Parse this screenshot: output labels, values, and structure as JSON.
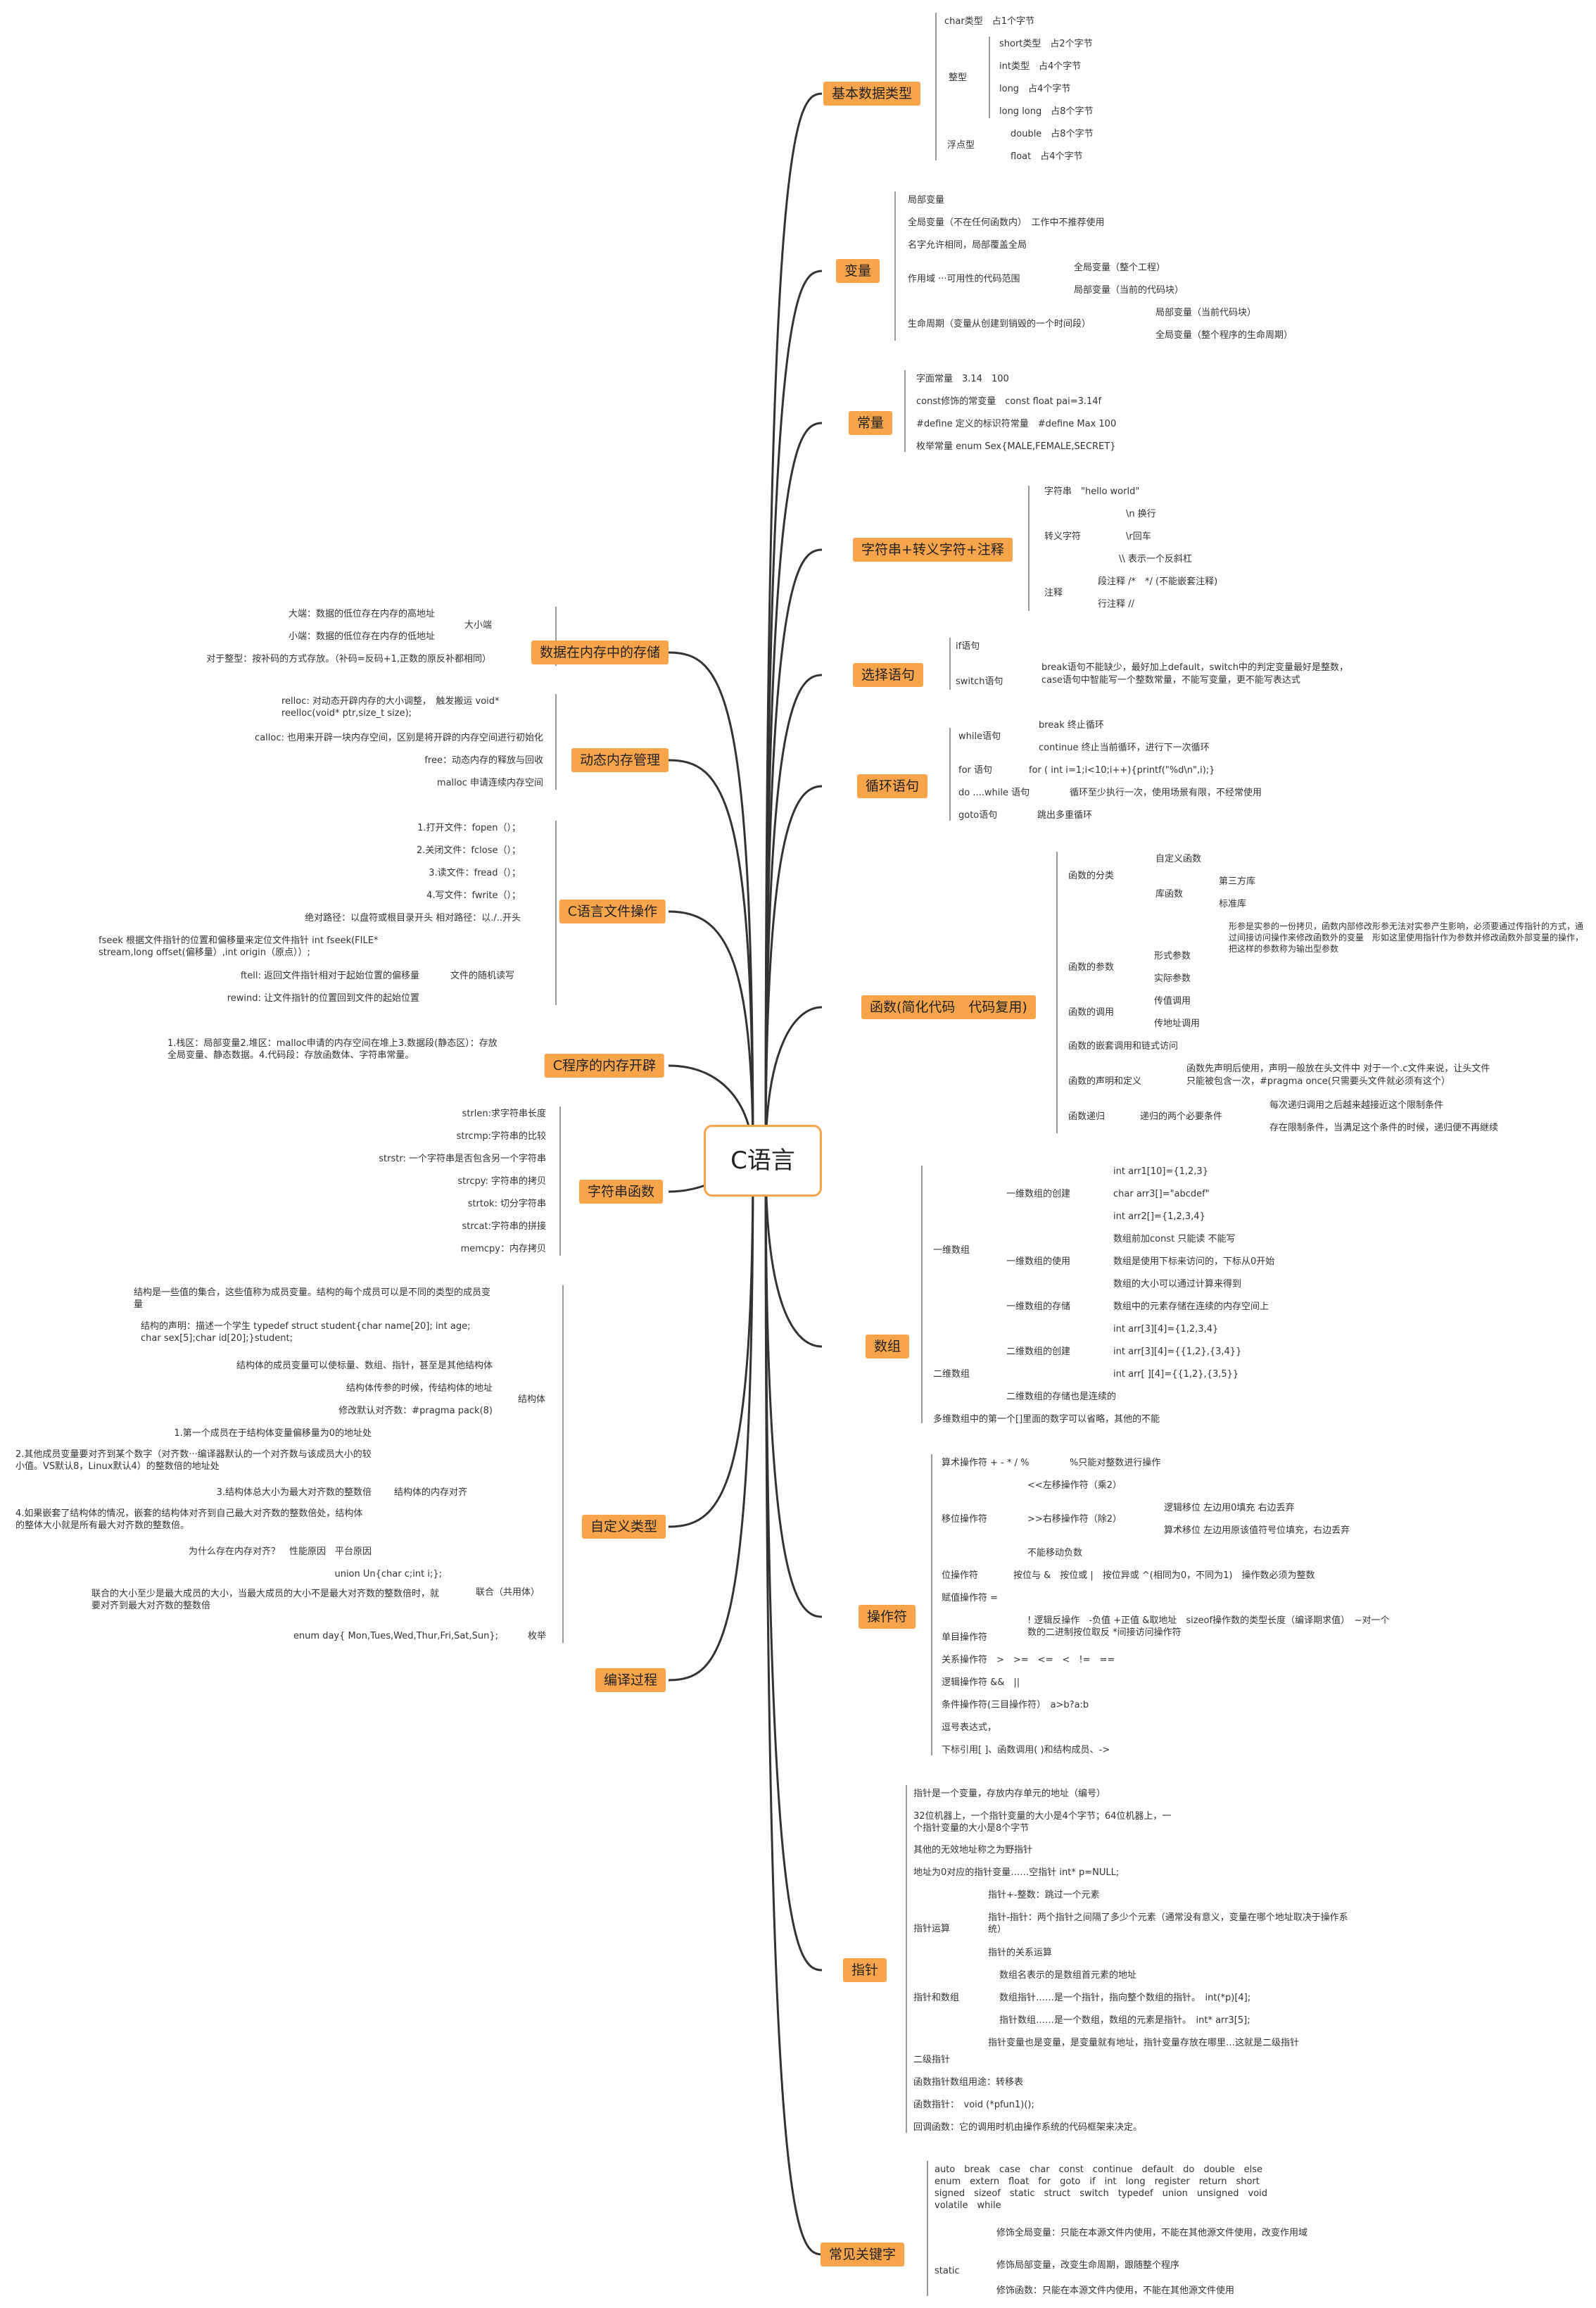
{
  "root": "C语言",
  "branches": {
    "basic": "基本数据类型",
    "variable": "变量",
    "constant": "常量",
    "string": "字符串+转义字符+注释",
    "select": "选择语句",
    "loop": "循环语句",
    "func": "函数(简化代码　代码复用)",
    "array": "数组",
    "operator": "操作符",
    "pointer": "指针",
    "keyword": "常见关键字",
    "storage": "数据在内存中的存储",
    "dynamic": "动态内存管理",
    "file": "C语言文件操作",
    "memory": "C程序的内存开辟",
    "strfunc": "字符串函数",
    "custom": "自定义类型",
    "compile": "编译过程"
  },
  "basic": {
    "char": "char类型　占1个字节",
    "int_group": "整型",
    "short": "short类型　占2个字节",
    "int": "int类型　占4个字节",
    "long": "long　占4个字节",
    "longlong": "long long　占8个字节",
    "float_group": "浮点型",
    "double": "double　占8个字节",
    "float": "float　占4个字节"
  },
  "variable": {
    "local": "局部变量",
    "global": "全局变量（不在任何函数内）　工作中不推荐使用",
    "same_name": "名字允许相同，局部覆盖全局",
    "scope": "作用域 ···可用性的代码范围",
    "scope_global": "全局变量（整个工程）",
    "scope_local": "局部变量（当前的代码块）",
    "life": "生命周期（变量从创建到销毁的一个时间段）",
    "life_local": "局部变量（当前代码块）",
    "life_global": "全局变量（整个程序的生命周期）"
  },
  "constant": {
    "literal": "字面常量　3.14　100",
    "const": "const修饰的常变量　const float pai=3.14f",
    "define": "#define 定义的标识符常量　#define Max 100",
    "enum": "枚举常量 enum Sex{MALE,FEMALE,SECRET}"
  },
  "string": {
    "str": "字符串　\"hello world\"",
    "escape": "转义字符",
    "n": "\\n 换行",
    "r": "\\r回车",
    "bs": "\\\\ 表示一个反斜杠",
    "comment": "注释",
    "block": "段注释 /*　*/ (不能嵌套注释)",
    "line": "行注释 //"
  },
  "select": {
    "if": "if语句",
    "switch": "switch语句",
    "switch_note1": "break语句不能缺少，最好加上default，switch中的判定变量最好是整数，",
    "switch_note2": "case语句中智能写一个整数常量，不能写变量，更不能写表达式"
  },
  "loop": {
    "while": "while语句",
    "break": "break 终止循环",
    "continue": "continue 终止当前循环，进行下一次循环",
    "for": "for 语句",
    "for_ex": "for ( int i=1;i<10;i++){printf(\"%d\\n\",i);}",
    "do": "do ....while 语句",
    "do_note": "循环至少执行一次，使用场景有限，不经常使用",
    "goto": "goto语句",
    "goto_note": "跳出多重循环"
  },
  "func": {
    "kind": "函数的分类",
    "custom": "自定义函数",
    "lib": "库函数",
    "third": "第三方库",
    "std": "标准库",
    "param": "函数的参数",
    "formal": "形式参数",
    "formal_note": "形参是实参的一份拷贝，函数内部修改形参无法对实参产生影响，必须要通过传指针的方式，通过间接访问操作来修改函数外的变量　形如这里使用指针作为参数并修改函数外部变量的操作，把这样的参数称为输出型参数",
    "actual": "实际参数",
    "call": "函数的调用",
    "byval": "传值调用",
    "byaddr": "传地址调用",
    "nested": "函数的嵌套调用和链式访问",
    "decl": "函数的声明和定义",
    "decl_note1": "函数先声明后使用，声明一般放在头文件中 对于一个.c文件来说，让头文件",
    "decl_note2": "只能被包含一次，#pragma once(只需要头文件就必须有这个）",
    "recur": "函数递归",
    "recur_cond": "递归的两个必要条件",
    "recur_c1": "每次递归调用之后越来越接近这个限制条件",
    "recur_c2": "存在限制条件，当满足这个条件的时候，递归便不再继续"
  },
  "array": {
    "one": "一维数组",
    "one_create": "一维数组的创建",
    "a1": "int arr1[10]={1,2,3}",
    "a2": "char arr3[]=\"abcdef\"",
    "a3": "int arr2[]={1,2,3,4}",
    "one_use": "一维数组的使用",
    "u1": "数组前加const 只能读 不能写",
    "u2": "数组是使用下标来访问的，下标从0开始",
    "u3": "数组的大小可以通过计算来得到",
    "one_store": "一维数组的存储",
    "s1": "数组中的元素存储在连续的内存空间上",
    "two": "二维数组",
    "two_create": "二维数组的创建",
    "b1": "int arr[3][4]={1,2,3,4}",
    "b2": "int arr[3][4]={{1,2},{3,4}}",
    "b3": "int arr[ ][4]={{1,2},{3,5}}",
    "two_store": "二维数组的存储也是连续的",
    "multi": "多维数组中的第一个[]里面的数字可以省略，其他的不能"
  },
  "operator": {
    "arith": "算术操作符 + - * / %",
    "arith_note": "%只能对整数进行操作",
    "shift": "移位操作符",
    "left": "<<左移操作符（乘2）",
    "right": ">>右移操作符（除2）",
    "logic_shift": "逻辑移位 左边用0填充 右边丢弃",
    "arith_shift": "算术移位 左边用原该值符号位填充，右边丢弃",
    "no_neg": "不能移动负数",
    "bit": "位操作符",
    "bit_note": "按位与 &　按位或 |　按位异或 ^(相同为0，不同为1)　操作数必须为整数",
    "assign": "赋值操作符 =",
    "unary": "单目操作符",
    "unary_note": "! 逻辑反操作　-负值 +正值 &取地址　sizeof操作数的类型长度（编译期求值）　~对一个数的二进制按位取反 *间接访问操作符",
    "rel": "关系操作符　>　>=　<=　<　!=　==",
    "log": "逻辑操作符 &&　||",
    "cond": "条件操作符(三目操作符）　a>b?a:b",
    "comma": "逗号表达式，",
    "sub": "下标引用[ ]、函数调用( )和结构成员、->"
  },
  "pointer": {
    "p1": "指针是一个变量，存放内存单元的地址（编号）",
    "p2": "32位机器上，一个指针变量的大小是4个字节；64位机器上，一个指针变量的大小是8个字节",
    "p3": "其他的无效地址称之为野指针",
    "p4": "地址为0对应的指针变量……空指针 int* p=NULL;",
    "arith": "指针运算",
    "ar1": "指针+-整数：跳过一个元素",
    "ar2": "指针-指针：两个指针之间隔了多少个元素（通常没有意义，变量在哪个地址取决于操作系统）",
    "ar3": "指针的关系运算",
    "arr": "指针和数组",
    "pa1": "数组名表示的是数组首元素的地址",
    "pa2": "数组指针……是一个指针，指向整个数组的指针。　int(*p)[4];",
    "pa3": "指针数组……是一个数组，数组的元素是指针。　int* arr3[5];",
    "two": "二级指针",
    "two_note": "指针变量也是变量，是变量就有地址，指针变量存放在哪里…这就是二级指针",
    "p5": "函数指针数组用途：转移表",
    "p6": "函数指针：　void (*pfun1)();",
    "p7": "回调函数：它的调用时机由操作系统的代码框架来决定。"
  },
  "keyword": {
    "list": "auto　break　case　char　const　continue　default　do　double　else　enum　extern　float　for　goto　if　int　long　register　return　short　signed　sizeof　static　struct　switch　typedef　union　unsigned　void　volatile　while",
    "static": "static",
    "s1": "修饰全局变量：只能在本源文件内使用，不能在其他源文件使用，改变作用域",
    "s2": "修饰局部变量，改变生命周期，跟随整个程序",
    "s3": "修饰函数：只能在本源文件内使用，不能在其他源文件使用"
  },
  "storage": {
    "big": "大端：数据的低位存在内存的高地址",
    "small": "小端：数据的低位存在内存的低地址",
    "endian": "大小端",
    "int_note": "对于整型：按补码的方式存放。（补码=反码+1,正数的原反补都相同）"
  },
  "dynamic": {
    "realloc": "relloc: 对动态开辟内存的大小调整，　触发搬运 void* reelloc(void* ptr,size_t size);",
    "calloc": "calloc: 也用来开辟一块内存空间，区别是将开辟的内存空间进行初始化",
    "free": "free：动态内存的释放与回收",
    "malloc": "malloc 申请连续内存空间"
  },
  "file": {
    "f1": "1.打开文件：fopen（）；",
    "f2": "2.关闭文件：fclose（）；",
    "f3": "3.读文件：fread（）；",
    "f4": "4.写文件：fwrite（）；",
    "path": "绝对路径：以盘符或根目录开头 相对路径：以./..开头",
    "fseek": "fseek 根据文件指针的位置和偏移量来定位文件指针 int fseek(FILE* stream,long offset(偏移量）,int origin（原点））;",
    "ftell": "ftell: 返回文件指针相对于起始位置的偏移量",
    "rewind": "rewind: 让文件指针的位置回到文件的起始位置",
    "random": "文件的随机读写"
  },
  "memory": {
    "note": "1.栈区：局部变量2.堆区：malloc申请的内存空间在堆上3.数据段(静态区）：存放全局变量、静态数据。4.代码段：存放函数体、字符串常量。"
  },
  "strfunc": {
    "strlen": "strlen:求字符串长度",
    "strcmp": "strcmp:字符串的比较",
    "strstr": "strstr: 一个字符串是否包含另一个字符串",
    "strcpy": "strcpy: 字符串的拷贝",
    "strtok": "strtok: 切分字符串",
    "strcat": "strcat:字符串的拼接",
    "memcpy": "memcpy：内存拷贝"
  },
  "custom": {
    "intro": "结构是一些值的集合，这些值称为成员变量。结构的每个成员可以是不同的类型的成员变量",
    "decl": "结构的声明：描述一个学生 typedef struct student{char name[20]; int age; char sex[5];char id[20];}student;",
    "members": "结构体的成员变量可以使标量、数组、指针，甚至是其他结构体",
    "pass": "结构体传参的时候，传结构体的地址",
    "pack": "修改默认对齐数：#pragma pack(8)",
    "struct": "结构体",
    "a1": "1.第一个成员在于结构体变量偏移量为0的地址处",
    "a2": "2.其他成员变量要对齐到某个数字（对齐数···编译器默认的一个对齐数与该成员大小的较小值。VS默认8，Linux默认4）的整数倍的地址处",
    "a3": "3.结构体总大小为最大对齐数的整数倍",
    "a4": "4.如果嵌套了结构体的情况，嵌套的结构体对齐到自己最大对齐数的整数倍处，结构体的整体大小就是所有最大对齐数的整数倍。",
    "align": "结构体的内存对齐",
    "why": "为什么存在内存对齐？　性能原因　平台原因",
    "union_ex": "union Un{char c;int i;};",
    "union_note": "联合的大小至少是最大成员的大小，当最大成员的大小不是最大对齐数的整数倍时，就要对齐到最大对齐数的整数倍",
    "union": "联合（共用体）",
    "enum_ex": "enum day{ Mon,Tues,Wed,Thur,Fri,Sat,Sun};",
    "enum": "枚举"
  },
  "colors": {
    "branch": "#f7a44a",
    "line": "#333333",
    "subline": "#777777"
  }
}
